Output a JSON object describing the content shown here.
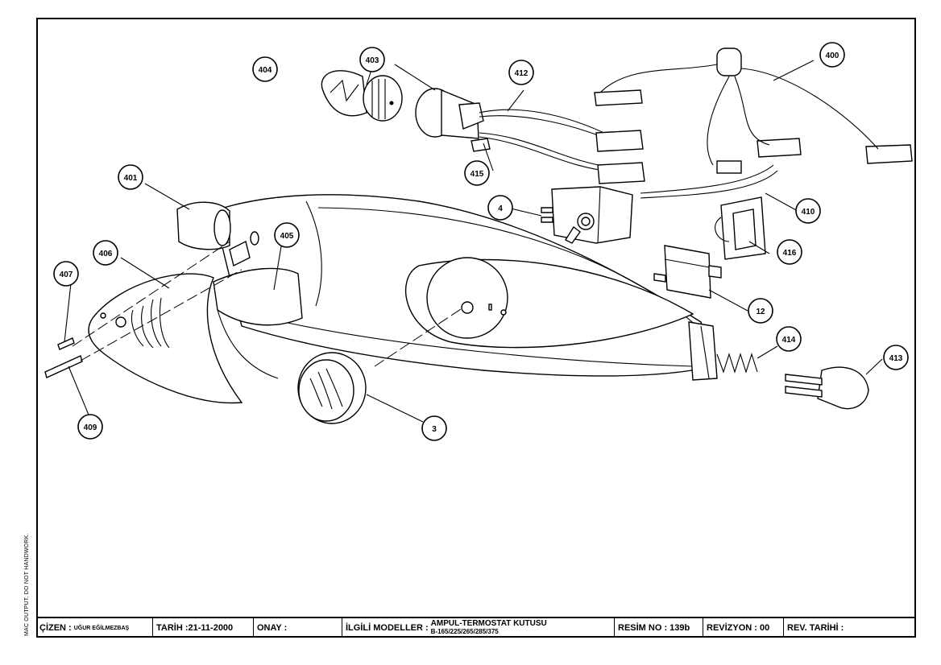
{
  "side_note": "MAC OUTPUT. DO NOT HANDWORK.",
  "callouts": {
    "c400": "400",
    "c401": "401",
    "c403": "403",
    "c404": "404",
    "c405": "405",
    "c406": "406",
    "c407": "407",
    "c409": "409",
    "c410": "410",
    "c412": "412",
    "c413": "413",
    "c414": "414",
    "c415": "415",
    "c416": "416",
    "c4": "4",
    "c12": "12",
    "c3": "3"
  },
  "title_block": {
    "cizen_label": "ÇİZEN :",
    "cizen_value": "UĞUR EĞİLMEZBAŞ",
    "tarih": "TARİH :21-11-2000",
    "onay": "ONAY :",
    "ilgili_label": "İLGİLİ MODELLER :",
    "ilgili_title": "AMPUL-TERMOSTAT KUTUSU",
    "ilgili_models": "B-165/225/265/285/375",
    "resim_no": "RESİM NO : 139b",
    "revizyon": "REVİZYON : 00",
    "rev_tarihi": "REV. TARİHİ :"
  }
}
